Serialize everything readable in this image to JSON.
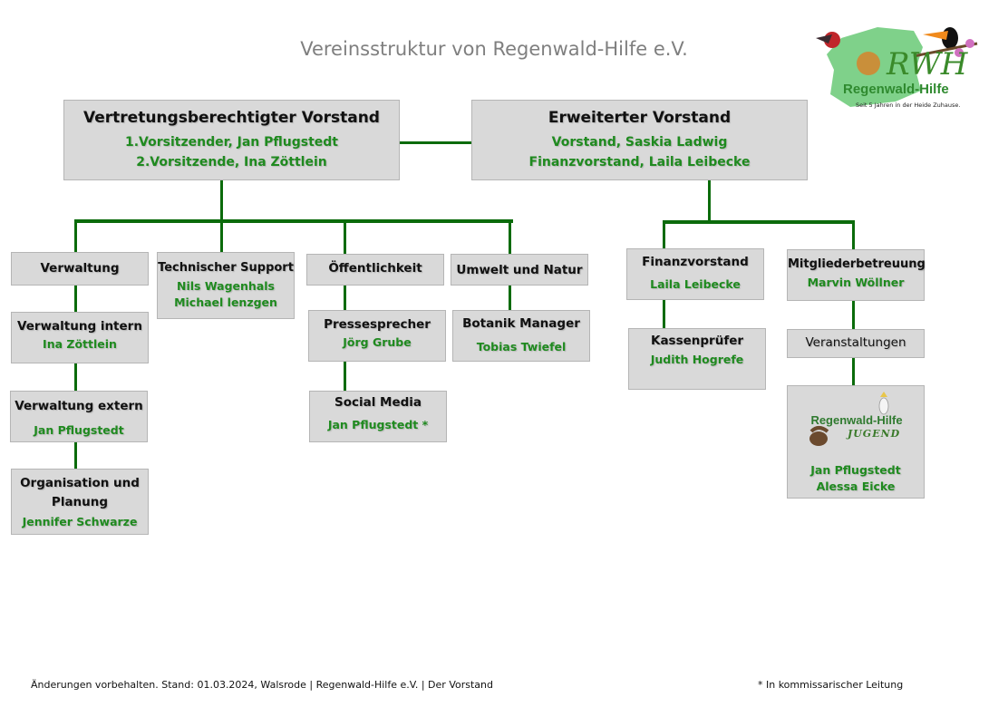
{
  "title": "Vereinsstruktur von Regenwald-Hilfe e.V.",
  "logo": {
    "initials": "RWH",
    "name": "Regenwald-Hilfe",
    "tagline": "Seit 5 Jahren in der Heide Zuhause."
  },
  "board": {
    "authorized": {
      "title": "Vertretungsberechtigter Vorstand",
      "members": [
        "1.Vorsitzender, Jan Pflugstedt",
        "2.Vorsitzende, Ina Zöttlein"
      ]
    },
    "extended": {
      "title": "Erweiterter Vorstand",
      "members": [
        "Vorstand, Saskia Ladwig",
        "Finanzvorstand, Laila Leibecke"
      ]
    }
  },
  "units": {
    "verwaltung": {
      "title": "Verwaltung"
    },
    "verwaltung_intern": {
      "title": "Verwaltung intern",
      "members": [
        "Ina Zöttlein"
      ]
    },
    "verwaltung_extern": {
      "title": "Verwaltung extern",
      "members": [
        "Jan Pflugstedt"
      ]
    },
    "organisation": {
      "title_line1": "Organisation und",
      "title_line2": "Planung",
      "members": [
        "Jennifer Schwarze"
      ]
    },
    "tech_support": {
      "title": "Technischer Support",
      "members": [
        "Nils Wagenhals",
        "Michael lenzgen"
      ]
    },
    "oeffentlichkeit": {
      "title": "Öffentlichkeit"
    },
    "pressesprecher": {
      "title": "Pressesprecher",
      "members": [
        "Jörg Grube"
      ]
    },
    "social_media": {
      "title": "Social Media",
      "members": [
        "Jan Pflugstedt *"
      ]
    },
    "umwelt": {
      "title": "Umwelt und Natur"
    },
    "botanik": {
      "title": "Botanik Manager",
      "members": [
        "Tobias Twiefel"
      ]
    },
    "finanzvorstand": {
      "title": "Finanzvorstand",
      "members": [
        "Laila Leibecke"
      ]
    },
    "kassenpruefer": {
      "title": "Kassenprüfer",
      "members": [
        "Judith Hogrefe"
      ]
    },
    "mitglieder": {
      "title": "Mitgliederbetreuung",
      "members": [
        "Marvin Wöllner"
      ]
    },
    "veranstaltungen": {
      "title": "Veranstaltungen"
    },
    "jugend": {
      "logo_name": "Regenwald-Hilfe",
      "logo_sub": "JUGEND",
      "members": [
        "Jan Pflugstedt",
        "Alessa Eicke"
      ]
    }
  },
  "colors": {
    "line": "#0b6b0b",
    "name_text": "#1f8a1f",
    "box_fill": "#d9d9d9"
  },
  "footer": {
    "left": "Änderungen vorbehalten. Stand: 01.03.2024, Walsrode | Regenwald-Hilfe e.V. | Der Vorstand",
    "right": "* In kommissarischer Leitung"
  }
}
